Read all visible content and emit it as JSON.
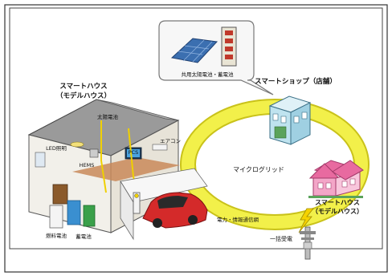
{
  "labels": {
    "house_left_title_1": "スマートハウス",
    "house_left_title_2": "（モデルハウス）",
    "solar_panel": "太陽電池",
    "led_lighting": "LED照明",
    "hems": "HEMS",
    "pcs": "PCS",
    "aircon": "エアコン",
    "fuel_cell": "燃料電池",
    "storage_battery": "蓄電池",
    "shared_solar": "共用太陽電池・蓄電池",
    "smart_shop": "スマートショップ（店舗）",
    "microgrid": "マイクログリッド",
    "house_right_title_1": "スマートハウス",
    "house_right_title_2": "（モデルハウス）",
    "power_comm_network": "電力・情報通信網",
    "grid_power": "一括受電"
  },
  "colors": {
    "microgrid_ring": "#f2f04a",
    "ring_stroke": "#c9c21a",
    "solar_panel": "#3b6fb0",
    "car": "#d42a2a",
    "shop_wall": "#bfe3ef",
    "pink_house": "#f3a6c8",
    "fuel_cell_blue": "#3a8fd0",
    "battery_green": "#3aa04a"
  },
  "icons": [
    "solar-panel-icon",
    "battery-icon",
    "car-icon",
    "shop-icon",
    "house-icon",
    "utility-pole-icon",
    "lightning-icon",
    "lamp-icon",
    "monitor-icon",
    "fuel-cell-icon",
    "ev-charger-icon"
  ]
}
